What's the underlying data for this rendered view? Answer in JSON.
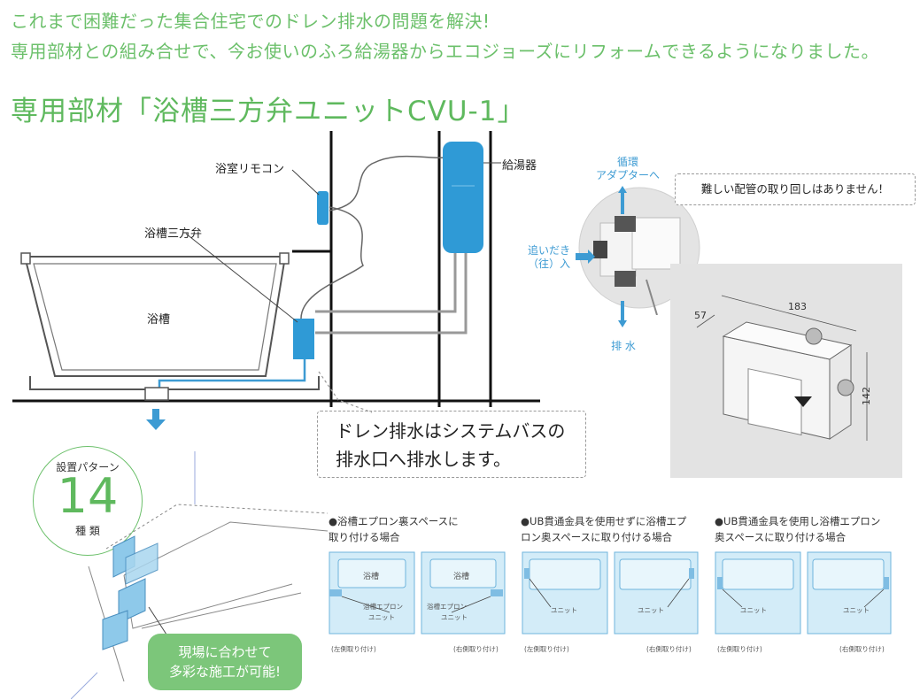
{
  "lead": {
    "line1": "これまで困難だった集合住宅でのドレン排水の問題を解決!",
    "line2": "専用部材との組み合せで、今お使いのふろ給湯器からエコジョーズにリフォームできるようになりました。"
  },
  "section_title": "専用部材「浴槽三方弁ユニットCVU-1」",
  "diagram": {
    "remote_label": "浴室リモコン",
    "heater_label": "給湯器",
    "valve_label": "浴槽三方弁",
    "bathtub_label": "浴槽",
    "drain_callout_line1": "ドレン排水はシステムバスの",
    "drain_callout_line2": "排水口へ排水します。"
  },
  "unit_photo": {
    "circulation_line1": "循環",
    "circulation_line2": "アダプターへ",
    "reheat_line1": "追いだき",
    "reheat_line2": "（往）入",
    "drain_label": "排 水",
    "bubble_text": "難しい配管の取り回しはありません！",
    "dim_width": "183",
    "dim_depth": "57",
    "dim_height": "142"
  },
  "patterns_badge": {
    "top": "設置パターン",
    "number": "14",
    "bottom": "種 類"
  },
  "green_bubble": {
    "line1": "現場に合わせて",
    "line2": "多彩な施工が可能!"
  },
  "patterns": [
    {
      "caption_line1": "●浴槽エプロン裏スペースに",
      "caption_line2": "取り付ける場合",
      "left_tub": "浴槽",
      "right_tub": "浴槽",
      "left_unit_1": "浴槽エプロン",
      "left_unit_2": "ユニット",
      "right_unit_1": "浴槽エプロン",
      "right_unit_2": "ユニット",
      "left_note": "(左側取り付け)",
      "right_note": "(右側取り付け)"
    },
    {
      "caption_line1": "●UB貫通金具を使用せずに浴槽エプ",
      "caption_line2": "ロン奥スペースに取り付ける場合",
      "left_unit": "ユニット",
      "right_unit": "ユニット",
      "left_note": "(左側取り付け)",
      "right_note": "(右側取り付け)"
    },
    {
      "caption_line1": "●UB貫通金具を使用し浴槽エプロン",
      "caption_line2": "奥スペースに取り付ける場合",
      "left_unit": "ユニット",
      "right_unit": "ユニット",
      "left_note": "(左側取り付け)",
      "right_note": "(右側取り付け)"
    }
  ],
  "colors": {
    "green": "#5fb95e",
    "blue": "#3d9bd3",
    "unit_blue": "#2f9ad6",
    "panel_blue": "#cfeaf7"
  }
}
